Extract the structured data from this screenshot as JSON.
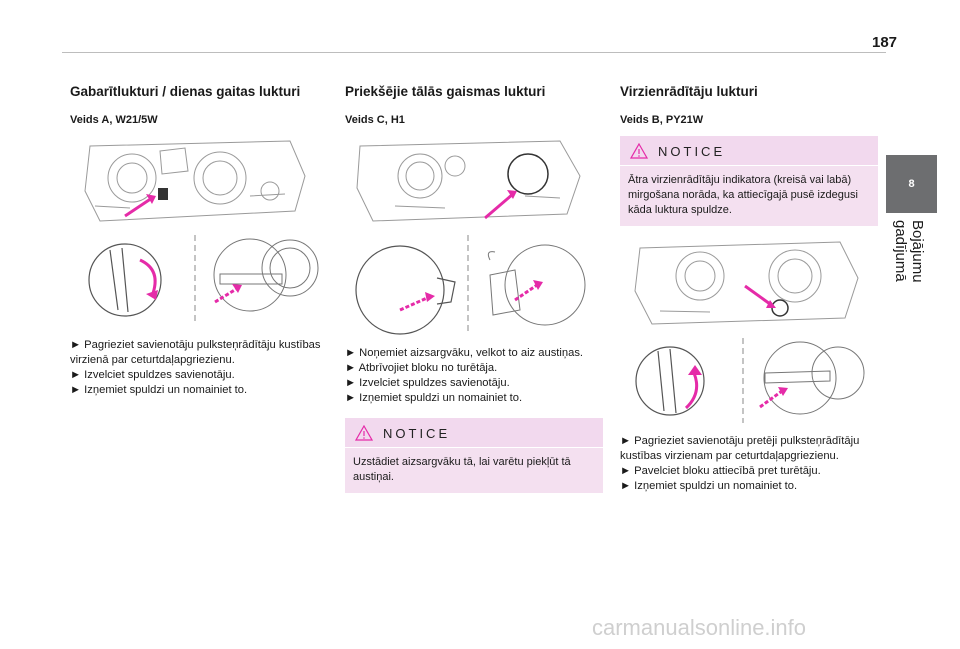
{
  "page": {
    "number": "187"
  },
  "side_tab": {
    "chapter": "8",
    "title": "Bojājumu gadījumā"
  },
  "columns": [
    {
      "heading": "Gabarītlukturi / dienas gaitas lukturi",
      "subheading": "Veids A, W21/5W",
      "steps": [
        "► Pagrieziet savienotāju pulksteņrādītāju kustības virzienā par ceturtdaļapgriezienu.",
        "► Izvelciet spuldzes savienotāju.",
        "► Izņemiet spuldzi un nomainiet to."
      ]
    },
    {
      "heading": "Priekšējie tālās gaismas lukturi",
      "subheading": "Veids C, H1",
      "steps": [
        "► Noņemiet aizsargvāku, velkot to aiz austiņas.",
        "► Atbrīvojiet bloku no turētāja.",
        "► Izvelciet spuldzes savienotāju.",
        "► Izņemiet spuldzi un nomainiet to."
      ],
      "notice": {
        "title": "NOTICE",
        "text": "Uzstādiet aizsargvāku tā, lai varētu piekļūt tā austiņai."
      }
    },
    {
      "heading": "Virzienrādītāju lukturi",
      "subheading": "Veids B, PY21W",
      "notice": {
        "title": "NOTICE",
        "text": "Ātra virzienrādītāju indikatora (kreisā vai labā) mirgošana norāda, ka attiecīgajā pusē izdegusi kāda luktura spuldze."
      },
      "steps": [
        "► Pagrieziet savienotāju pretēji pulksteņrādītāju kustības virzienam par ceturtdaļapgriezienu.",
        "► Pavelciet bloku attiecībā pret turētāju.",
        "► Izņemiet spuldzi un nomainiet to."
      ]
    }
  ],
  "colors": {
    "accent_magenta": "#e52ba8",
    "notice_bg": "#f2d9ee",
    "side_tab": "#6d6e70"
  },
  "watermark": "carmanualsonline.info"
}
